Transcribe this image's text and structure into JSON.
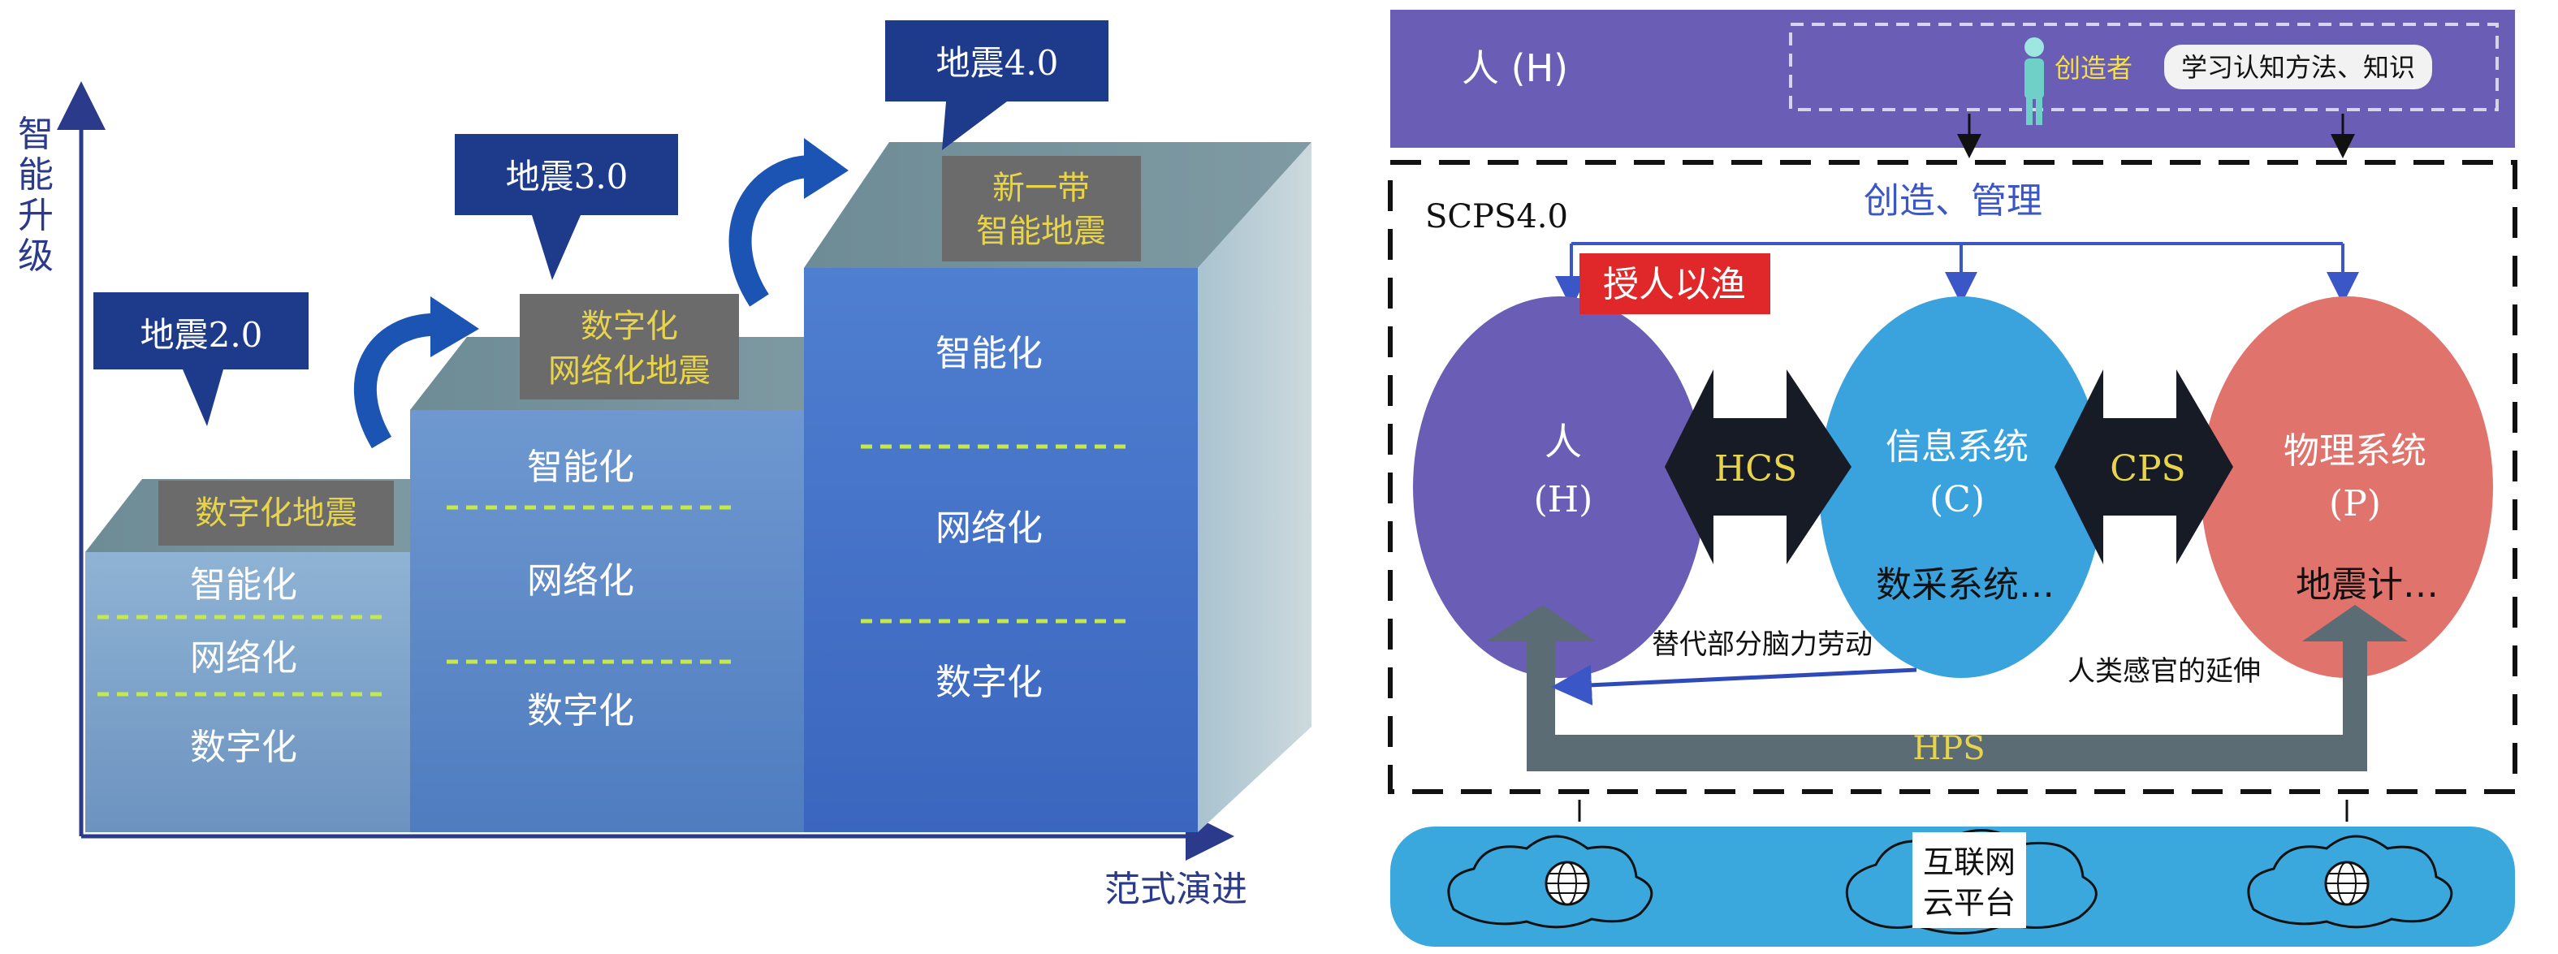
{
  "left": {
    "y_axis_label": [
      "智",
      "能",
      "升",
      "级"
    ],
    "x_axis_label": "范式演进",
    "steps": [
      {
        "callout": "地震2.0",
        "top_label": [
          "数字化地震"
        ],
        "layers": [
          "智能化",
          "网络化",
          "数字化"
        ]
      },
      {
        "callout": "地震3.0",
        "top_label": [
          "数字化",
          "网络化地震"
        ],
        "layers": [
          "智能化",
          "网络化",
          "数字化"
        ]
      },
      {
        "callout": "地震4.0",
        "top_label": [
          "新一带",
          "智能地震"
        ],
        "layers": [
          "智能化",
          "网络化",
          "数字化"
        ]
      }
    ],
    "colors": {
      "callout": "#1e3a8a",
      "top_label_text": "#e8d44a",
      "dash": "#c6e84a"
    }
  },
  "right": {
    "top_band": {
      "label": "人 (H)",
      "creator": "创造者",
      "knowledge": "学习认知方法、知识"
    },
    "frame_title": "SCPS4.0",
    "create_manage": "创造、管理",
    "teach": "授人以渔",
    "circles": [
      {
        "line1": "人",
        "line2": "(H)",
        "line3": "",
        "color": "#6a5db5"
      },
      {
        "line1": "信息系统",
        "line2": "(C)",
        "line3": "数采系统…",
        "color": "#3aa3dd"
      },
      {
        "line1": "物理系统",
        "line2": "(P)",
        "line3": "地震计…",
        "color": "#e0736c"
      }
    ],
    "arrows": {
      "hcs": "HCS",
      "cps": "CPS",
      "hps": "HPS"
    },
    "notes": {
      "replace": "替代部分脑力劳动",
      "extend": "人类感官的延伸"
    },
    "cloud": {
      "line1": "互联网",
      "line2": "云平台"
    }
  }
}
